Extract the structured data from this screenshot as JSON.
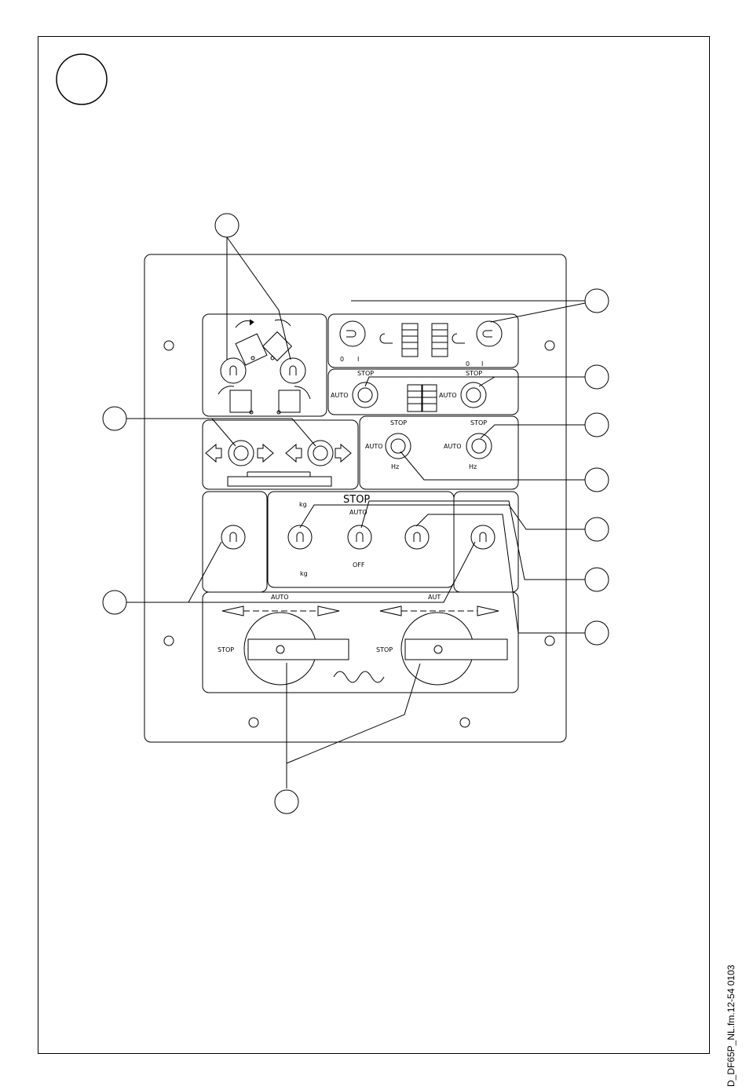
{
  "document_ref": "D_DF65P_NL.fm.12-54 0103",
  "panel_labels": {
    "stop": "STOP",
    "auto": "AUTO",
    "off": "OFF",
    "kg": "kg",
    "hz": "Hz",
    "zero": "0",
    "one": "I",
    "aut": "AUT"
  },
  "callout_count": 11
}
